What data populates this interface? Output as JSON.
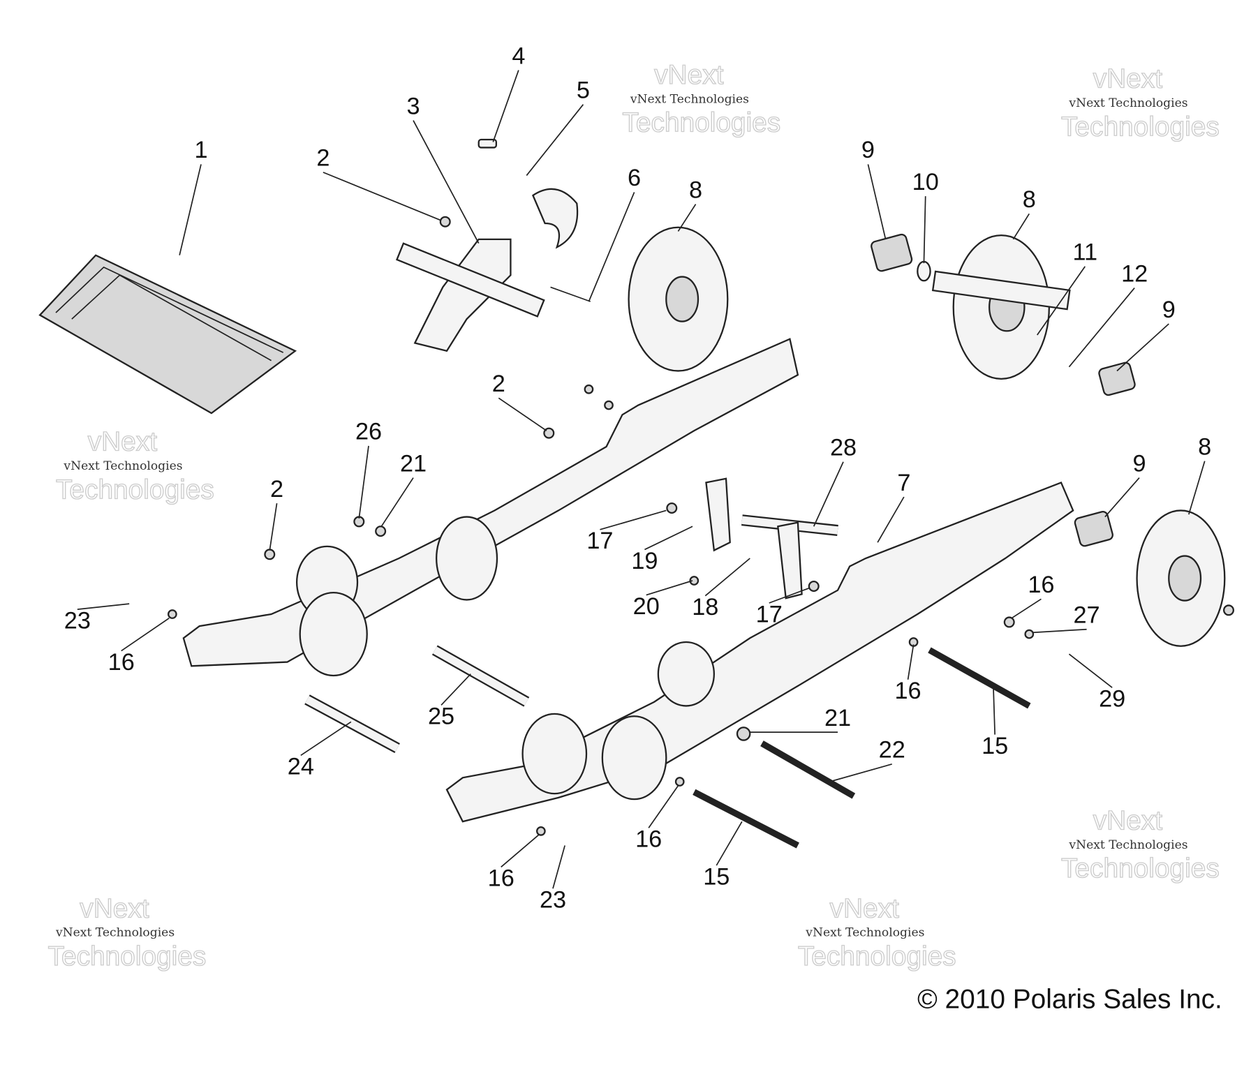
{
  "diagram": {
    "title": "Rear suspension parts diagram",
    "callouts": [
      "1",
      "2",
      "3",
      "4",
      "5",
      "6",
      "8",
      "9",
      "10",
      "8",
      "11",
      "12",
      "9",
      "2",
      "26",
      "21",
      "2",
      "28",
      "7",
      "9",
      "8",
      "17",
      "19",
      "20",
      "18",
      "17",
      "16",
      "27",
      "23",
      "16",
      "16",
      "29",
      "25",
      "21",
      "22",
      "15",
      "24",
      "16",
      "15",
      "16",
      "23"
    ],
    "watermark": {
      "line1": "vNext Technologies",
      "line2a": "vNext",
      "line2b": "Technologies"
    },
    "copyright": "© 2010 Polaris Sales Inc."
  }
}
